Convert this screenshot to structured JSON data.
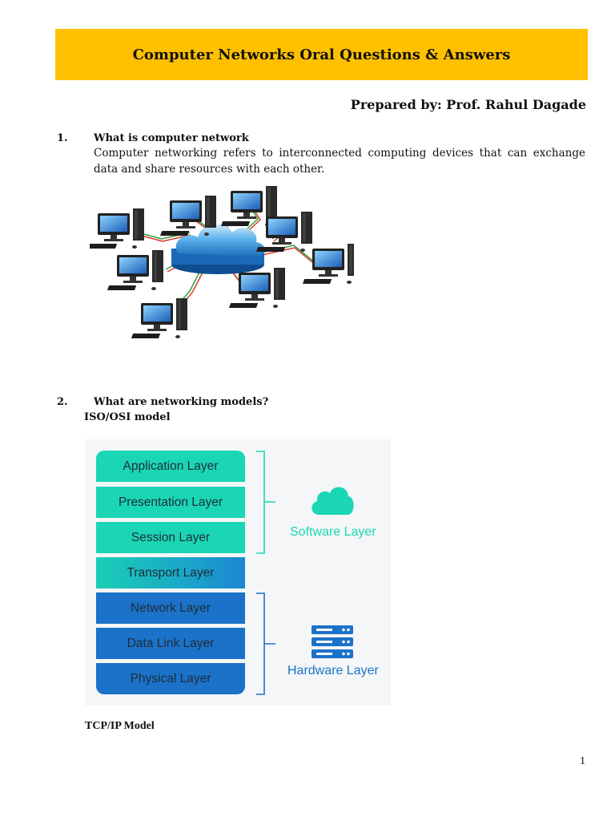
{
  "header": {
    "title": "Computer Networks Oral Questions & Answers"
  },
  "author": {
    "prepared_by": "Prepared by: Prof. Rahul Dagade"
  },
  "questions": [
    {
      "number": "1.",
      "title": "What is computer network",
      "answer": "Computer networking refers to interconnected computing devices that can exchange data and share resources with each other."
    },
    {
      "number": "2.",
      "title": "What are networking models?",
      "subheading": "ISO/OSI model"
    }
  ],
  "osi_diagram": {
    "layers": [
      "Application Layer",
      "Presentation Layer",
      "Session Layer",
      "Transport Layer",
      "Network Layer",
      "Data Link Layer",
      "Physical Layer"
    ],
    "software_label": "Software Layer",
    "hardware_label": "Hardware Layer",
    "colors": {
      "software": "#1bd6b4",
      "hardware": "#1b72c8",
      "software_text": "#1bd6b4",
      "hardware_text": "#1b72c8"
    }
  },
  "tcp_heading": "TCP/IP Model",
  "page_number": "1"
}
